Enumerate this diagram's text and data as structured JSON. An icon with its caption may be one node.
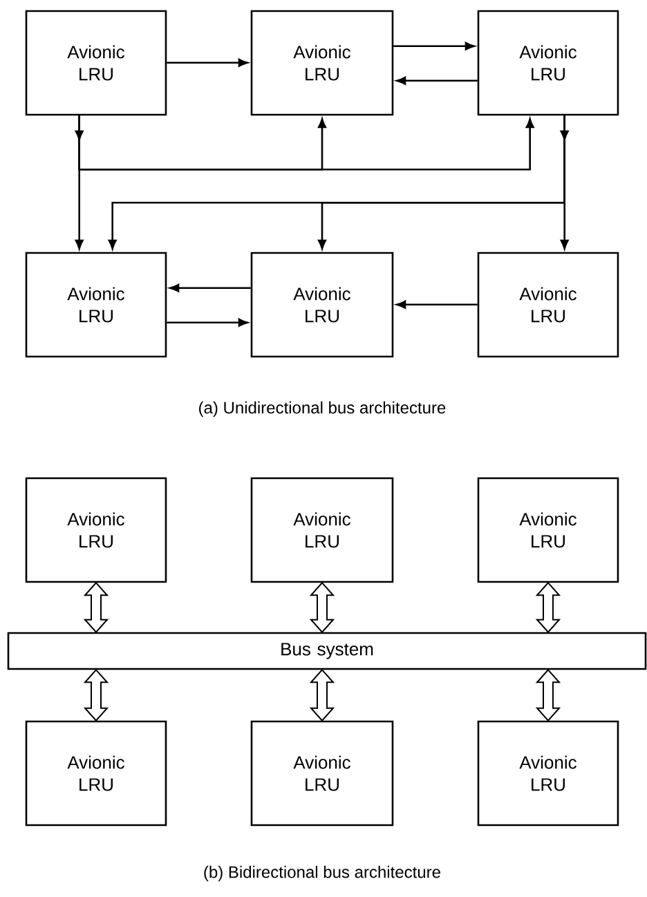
{
  "diagram": {
    "nodes": [
      {
        "text": [
          "Avionic LRU"
        ]
      },
      {
        "text": [
          "Avionic LRU"
        ]
      },
      {
        "text": [
          "Avionic LRU"
        ]
      },
      {
        "text": [
          "Avionic LRU"
        ]
      },
      {
        "text": [
          "Avionic LRU"
        ]
      },
      {
        "text": [
          "Avionic LRU"
        ]
      },
      {
        "text": [
          "Avionic LRU"
        ]
      },
      {
        "text": [
          "Avionic LRU"
        ]
      },
      {
        "text": [
          "Avionic LRU"
        ]
      },
      {
        "text": [
          "Bus system"
        ]
      },
      {
        "text": [
          "Avionic LRU"
        ]
      },
      {
        "text": [
          "Avionic LRU"
        ]
      },
      {
        "text": [
          "Avionic LRU"
        ]
      }
    ],
    "edges": [
      {
        "from": 0,
        "to": 1,
        "arrow": "to"
      },
      {
        "from": 1,
        "to": 2,
        "arrow": "to"
      },
      {
        "from": 2,
        "to": 1,
        "arrow": "to"
      },
      {
        "from": 0,
        "to": 1,
        "arrow": "to"
      },
      {
        "from": 0,
        "to": 2,
        "arrow": "to"
      },
      {
        "from": 0,
        "to": 3,
        "arrow": "to"
      },
      {
        "from": 2,
        "to": 3,
        "arrow": "to"
      },
      {
        "from": 2,
        "to": 4,
        "arrow": "to"
      },
      {
        "from": 2,
        "to": 5,
        "arrow": "to"
      },
      {
        "from": 4,
        "to": 3,
        "arrow": "to"
      },
      {
        "from": 3,
        "to": 4,
        "arrow": "to"
      },
      {
        "from": 5,
        "to": 4,
        "arrow": "to"
      },
      {
        "from": 6,
        "to": 9,
        "arrow": "both",
        "style": "thick"
      },
      {
        "from": 7,
        "to": 9,
        "arrow": "both",
        "style": "thick"
      },
      {
        "from": 8,
        "to": 9,
        "arrow": "both",
        "style": "thick"
      },
      {
        "from": 9,
        "to": 10,
        "arrow": "both",
        "style": "thick"
      },
      {
        "from": 9,
        "to": 11,
        "arrow": "both",
        "style": "thick"
      },
      {
        "from": 9,
        "to": 12,
        "arrow": "both",
        "style": "thick"
      }
    ],
    "labels": [
      "(a) Unidirectional bus architecture",
      "(b) Bidirectional bus architecture"
    ]
  }
}
